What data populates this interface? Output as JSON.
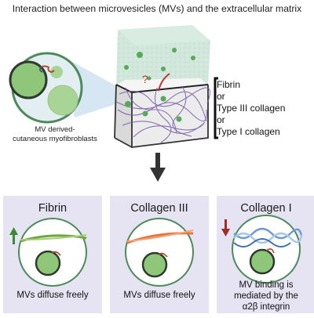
{
  "title": "Interaction between microvesicles (MVs) and the extracellular matrix",
  "question_mark": "?",
  "legend": [
    "Fibrin",
    "or",
    "Type III collagen",
    "or",
    "Type I collagen"
  ],
  "mv_caption": [
    "MV derived-",
    "cutaneous myofibroblasts"
  ],
  "panels": [
    {
      "title": "Fibrin",
      "text": [
        "MVs diffuse freely"
      ]
    },
    {
      "title": "Collagen III",
      "text": [
        "MVs diffuse freely"
      ]
    },
    {
      "title": "Collagen I",
      "text": [
        "MV binding is",
        "mediated by the",
        "α2β integrin"
      ]
    }
  ],
  "colors": {
    "panel_bg": "#e6e4f3",
    "vesicle": "#8fc77a",
    "fibrin": "#6fa83e",
    "collagen_iii": "#e8743b",
    "collagen_i": "#6f9bd1",
    "arrow_up": "#3a8a3a",
    "arrow_down": "#a12a2a"
  }
}
